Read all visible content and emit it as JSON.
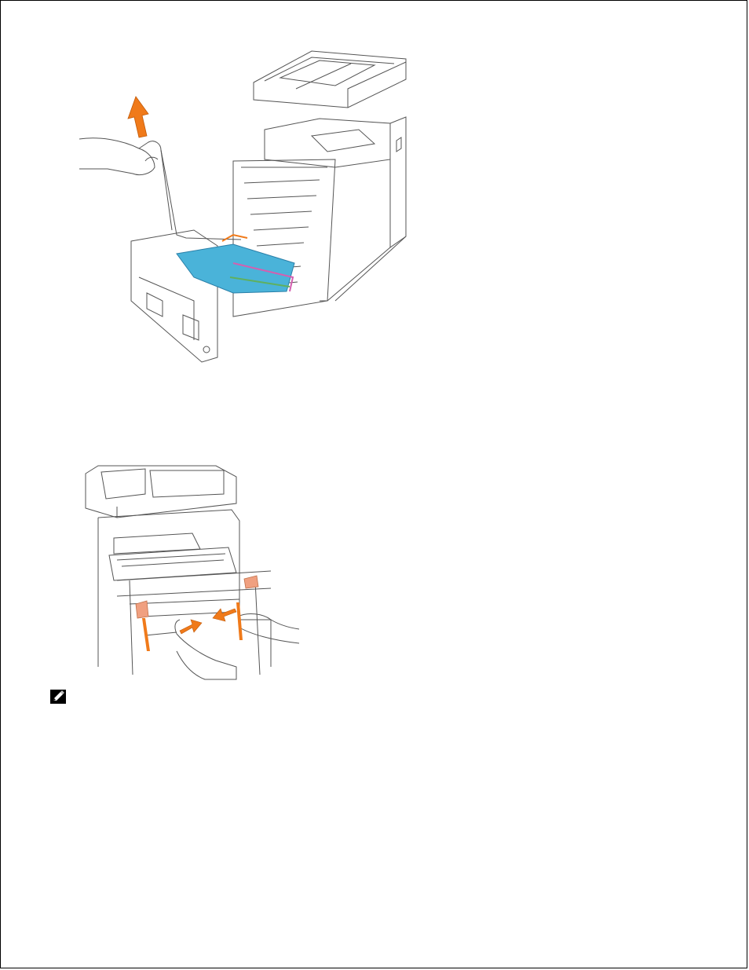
{
  "document": {
    "figures": [
      {
        "id": "fig1",
        "icon": "printer-remove-transfer-belt-illustration",
        "arrow_color": "#f07a1a",
        "part_color": "#4ab3d9"
      },
      {
        "id": "fig2",
        "icon": "printer-lock-levers-illustration",
        "arrow_color": "#f07a1a",
        "lever_color": "#f0a080"
      }
    ],
    "note": {
      "icon": "note-pencil-icon"
    }
  }
}
